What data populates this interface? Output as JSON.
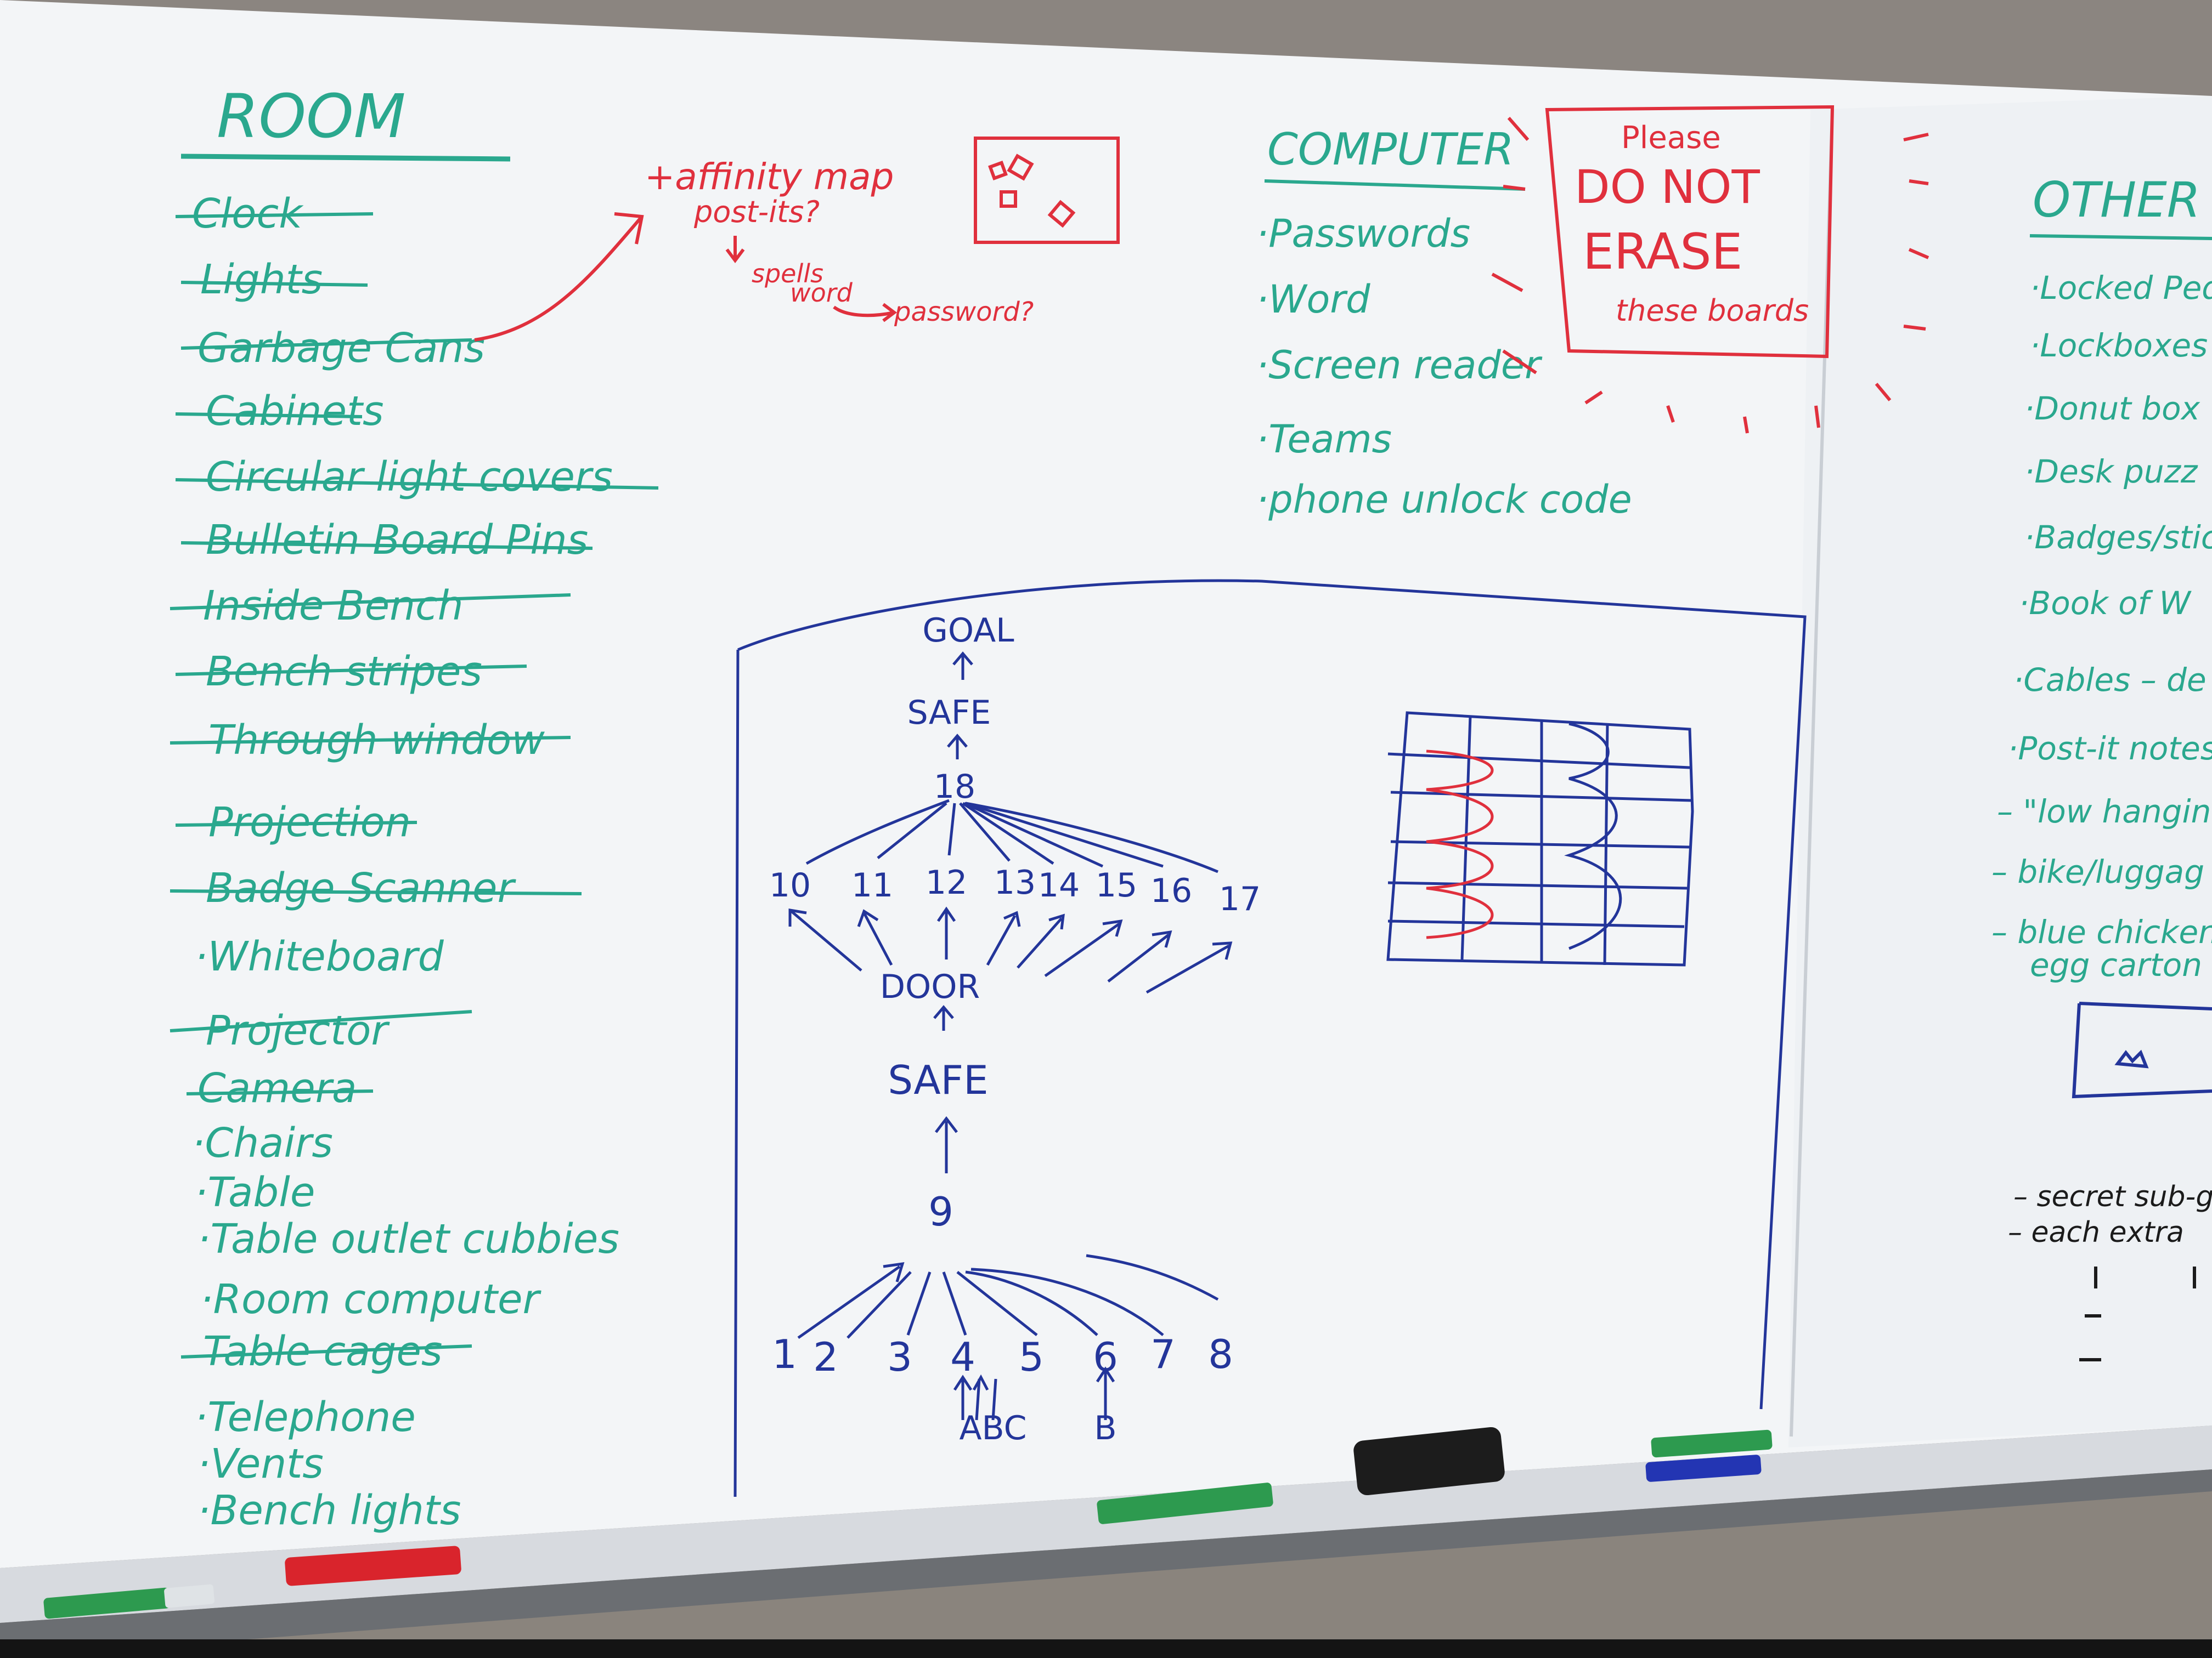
{
  "room": {
    "heading": "ROOM",
    "items": [
      "Clock",
      "Lights",
      "Garbage Cans",
      "Cabinets",
      "Circular light covers",
      "Bulletin Board Pins",
      "Inside Bench",
      "Bench stripes",
      "Through window",
      "Projection",
      "Badge Scanner",
      "·Whiteboard",
      "Projector",
      "Camera",
      "·Chairs",
      "·Table",
      "·Table outlet cubbies",
      "·Room computer",
      "Table cages",
      "·Telephone",
      "·Vents",
      "·Bench lights"
    ]
  },
  "affinity": {
    "title": "+affinity map",
    "postits": "post-its?",
    "spells": "spells",
    "word": "word",
    "password": "password?"
  },
  "computer": {
    "heading": "COMPUTER",
    "items": [
      "·Passwords",
      "·Word",
      "·Screen reader",
      "·Teams",
      "·phone unlock code"
    ]
  },
  "notice": {
    "line1": "Please",
    "line2": "DO NOT",
    "line3": "ERASE",
    "line4": "these boards"
  },
  "other": {
    "heading": "OTHER",
    "items": [
      "·Locked Ped",
      "·Lockboxes",
      "·Donut box",
      "·Desk puzz",
      "·Badges/stick",
      "·Book of W",
      "·Cables – de",
      "·Post-it notes",
      "– \"low hanging",
      "– bike/luggag",
      "– blue chicken",
      "egg carton"
    ],
    "sub1": "– secret sub-g",
    "sub2": "– each extra"
  },
  "diagram": {
    "goal": "GOAL",
    "safe_top": "SAFE",
    "n18": "18",
    "top_numbers": [
      "10",
      "11",
      "12",
      "13",
      "14",
      "15",
      "16",
      "17"
    ],
    "door": "DOOR",
    "safe_mid": "SAFE",
    "n9": "9",
    "bottom_numbers": [
      "1",
      "2",
      "3",
      "4",
      "5",
      "6",
      "7",
      "8"
    ],
    "abc": "ABC",
    "b": "B"
  },
  "colors": {
    "green_marker": "#2aa88e",
    "red_marker": "#e0303d",
    "blue_marker": "#23359a",
    "board": "#f4f6f8"
  }
}
